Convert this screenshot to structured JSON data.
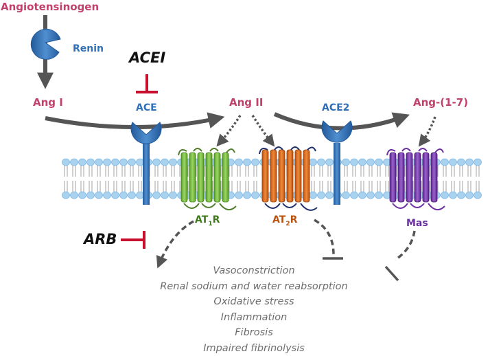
{
  "molecules": {
    "angiotensinogen": "Angiotensinogen",
    "ang1": "Ang I",
    "ang2": "Ang II",
    "ang17": "Ang-(1-7)"
  },
  "enzymes": {
    "renin": "Renin",
    "ace": "ACE",
    "ace2": "ACE2"
  },
  "drugs": {
    "acei": "ACEI",
    "arb": "ARB"
  },
  "receptors": {
    "at1r": {
      "main": "AT",
      "sub": "1",
      "tail": "R"
    },
    "at2r": {
      "main": "AT",
      "sub": "2",
      "tail": "R"
    },
    "mas": "Mas"
  },
  "effects": [
    "Vasoconstriction",
    "Renal sodium and water reabsorption",
    "Oxidative stress",
    "Inflammation",
    "Fibrosis",
    "Impaired fibrinolysis"
  ],
  "colors": {
    "molecule_text": "#c2416c",
    "enzyme_blue": "#2f6fb7",
    "inhibitor_red": "#c8102e",
    "arrow_gray": "#555555",
    "at1r_green": "#7cc143",
    "at2r_orange": "#e46c1a",
    "mas_purple": "#7b3fb0",
    "membrane": "#a9d2ef",
    "effects_text": "#6d6d6d"
  }
}
